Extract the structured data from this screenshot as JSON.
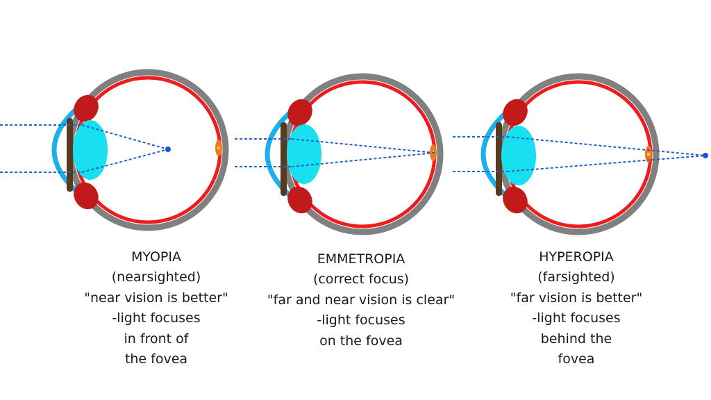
{
  "colors": {
    "sclera": "#808080",
    "retina": "#ee1c1c",
    "cornea": "#1ab0ea",
    "iris": "#5a3a1c",
    "ciliary_body": "#c21a1a",
    "lens": "#19e0f0",
    "fovea": "#f07a1e",
    "fovea_highlight": "#ffe02a",
    "rays": "#1f5fd0",
    "focal_point": "#1f4fe0"
  },
  "captions": {
    "myopia": [
      "MYOPIA",
      "(nearsighted)",
      "\"near vision is better\"",
      "-light focuses",
      "in front of",
      "the fovea"
    ],
    "emmetropia": [
      "EMMETROPIA",
      "(correct focus)",
      "\"far and near vision is clear\"",
      "-light focuses",
      "on the fovea"
    ],
    "hyperopia": [
      "HYPEROPIA",
      "(farsighted)",
      "\"far vision is better\"",
      "-light focuses",
      "behind the",
      "fovea"
    ]
  }
}
